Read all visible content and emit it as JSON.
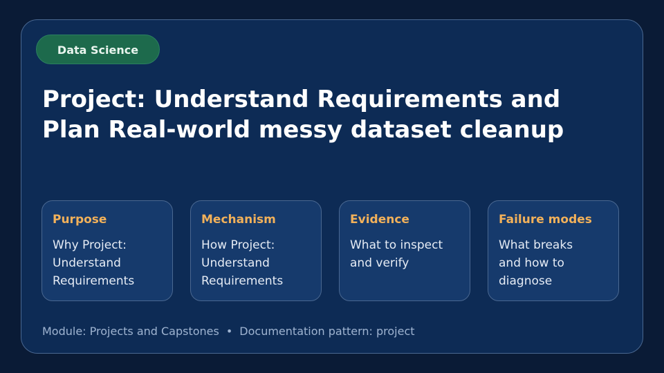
{
  "badge": {
    "label": "Data Science"
  },
  "title": {
    "line1": "Project: Understand Requirements and",
    "line2": "Plan Real-world messy dataset cleanup"
  },
  "tiles": [
    {
      "heading": "Purpose",
      "lines": [
        "Why Project:",
        "Understand",
        "Requirements"
      ]
    },
    {
      "heading": "Mechanism",
      "lines": [
        "How Project:",
        "Understand",
        "Requirements"
      ]
    },
    {
      "heading": "Evidence",
      "lines": [
        "What to inspect",
        "and verify"
      ]
    },
    {
      "heading": "Failure modes",
      "lines": [
        "What breaks",
        "and how to",
        "diagnose"
      ]
    }
  ],
  "footer": {
    "module": "Module: Projects and Capstones",
    "separator": "•",
    "pattern": "Documentation pattern: project"
  },
  "colors": {
    "background": "#0a1b36",
    "card": "#0d2b55",
    "badge": "#1d6a4c",
    "accent": "#f2b15a"
  }
}
